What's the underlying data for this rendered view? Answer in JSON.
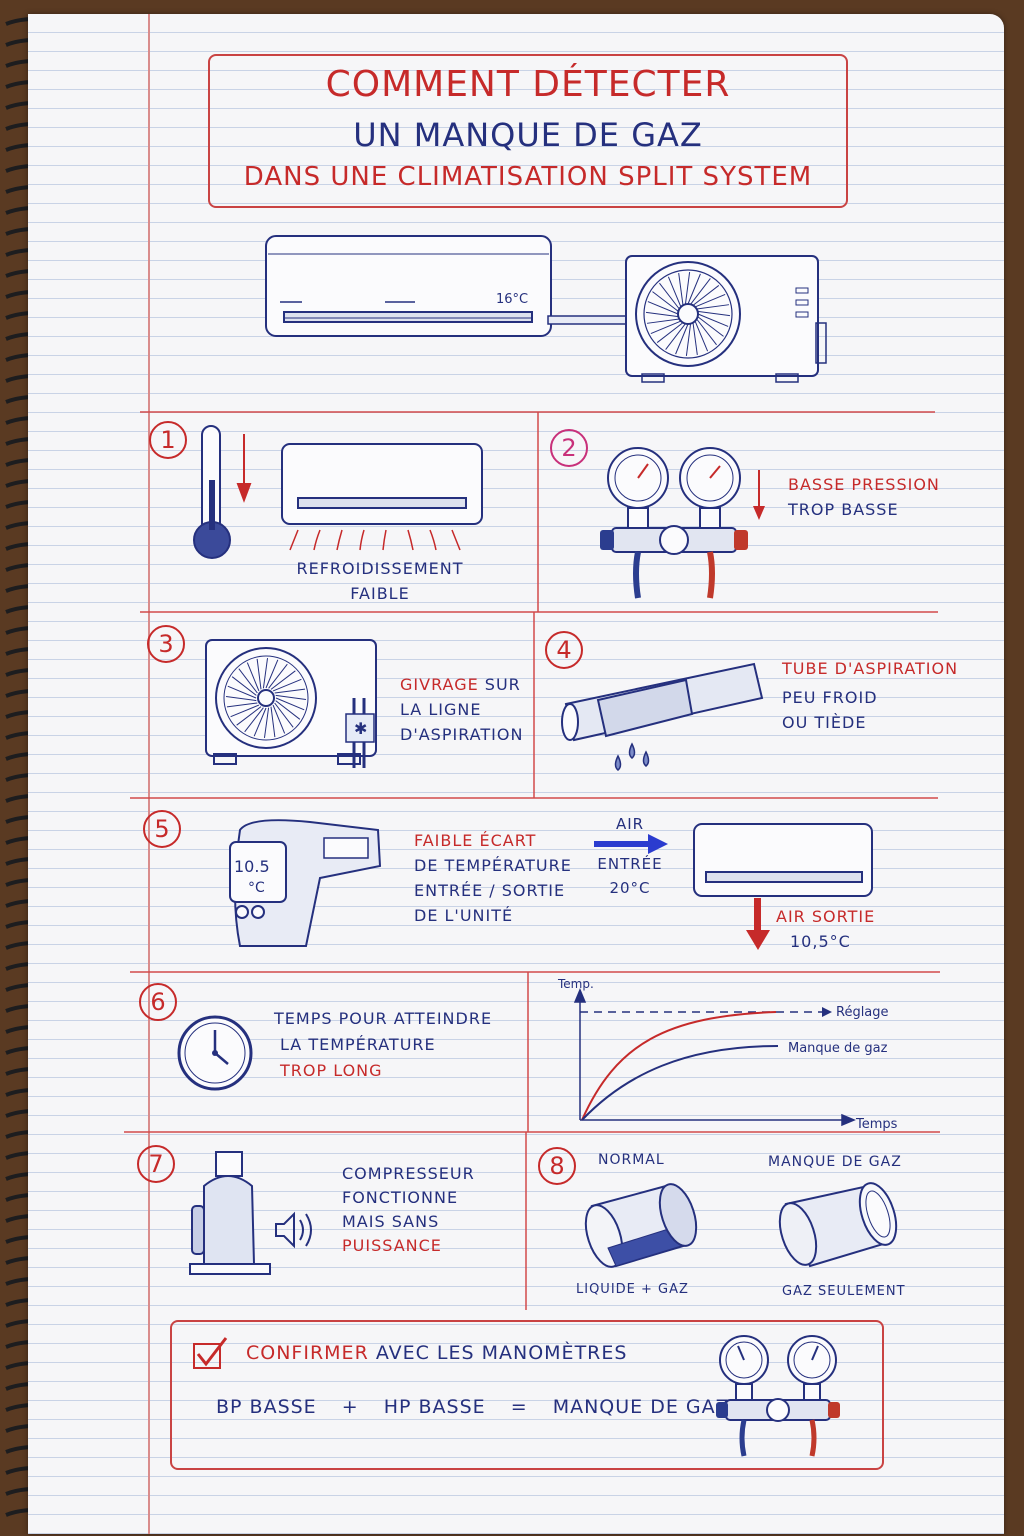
{
  "title": {
    "line1": "Comment détecter",
    "line2": "un manque de gaz",
    "line3": "dans une Climatisation Split System"
  },
  "hero": {
    "indoor_display": "16°C"
  },
  "steps": {
    "s1": {
      "num": "1",
      "label_line1": "Refroidissement",
      "label_line2": "faible"
    },
    "s2": {
      "num": "2",
      "label_line1": "Basse pression",
      "label_line2": "trop basse"
    },
    "s3": {
      "num": "3",
      "label_word1": "Givrage",
      "label_word2": "sur",
      "label_line2": "la ligne",
      "label_line3": "d'aspiration"
    },
    "s4": {
      "num": "4",
      "label_line1": "Tube d'aspiration",
      "label_line2": "peu froid",
      "label_line3": "ou tiède"
    },
    "s5": {
      "num": "5",
      "thermometer_value": "10.5",
      "thermometer_unit": "°C",
      "label_line1": "Faible écart",
      "label_line2": "de température",
      "label_line3": "entrée / sortie",
      "label_line4": "de l'unité",
      "air_in_label": "Air",
      "air_in_line2": "entrée",
      "air_in_temp": "20°C",
      "air_out_label": "Air sortie",
      "air_out_temp": "10,5°C"
    },
    "s6": {
      "num": "6",
      "label_line1": "Temps pour atteindre",
      "label_line2": "la température",
      "label_line3": "trop long",
      "graph": {
        "y_label": "Temp.",
        "x_label": "Temps",
        "setpoint_label": "Réglage",
        "low_gas_label": "Manque de gaz"
      }
    },
    "s7": {
      "num": "7",
      "label_line1": "Compresseur",
      "label_line2": "fonctionne",
      "label_line3": "mais sans",
      "label_line4": "puissance"
    },
    "s8": {
      "num": "8",
      "normal_label": "Normal",
      "low_label": "Manque de gaz",
      "normal_caption": "Liquide + gaz",
      "low_caption": "Gaz seulement"
    }
  },
  "confirm": {
    "check_icon": "checkbox-checked-icon",
    "line1_word1": "Confirmer",
    "line1_rest": "avec les manomètres",
    "bp": "BP basse",
    "plus": "+",
    "hp": "HP basse",
    "equals": "=",
    "result": "Manque de gaz"
  },
  "colors": {
    "red": "#c62a2a",
    "blue": "#25307e",
    "grid": "#c9d3e6"
  }
}
